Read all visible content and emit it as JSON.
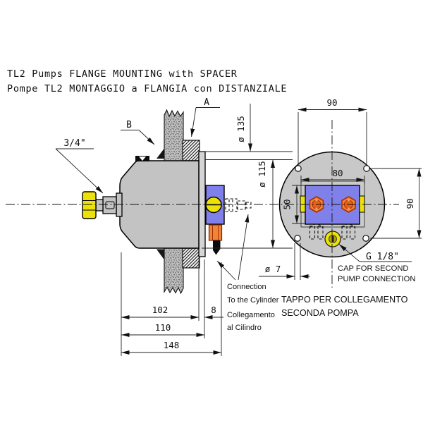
{
  "title": {
    "line1": "TL2 Pumps FLANGE MOUNTING with SPACER",
    "line2": "Pompe TL2 MONTAGGIO a FLANGIA con DISTANZIALE"
  },
  "side_view": {
    "label_a": "A",
    "label_b": "B",
    "shaft_size": "3/4\"",
    "dia_flange": "ø 135",
    "dia_body": "ø 115",
    "dim_body_length": "102",
    "dim_to_flange_face": "110",
    "dim_total_length": "148",
    "dim_spacer": "8"
  },
  "rear_view": {
    "dim_hole_span_h": "90",
    "dim_port_width": "80",
    "dim_port_height": "50",
    "dim_hole_span_v": "90",
    "dim_hole_dia": "ø 7",
    "cap_thread": "G 1/8\"",
    "cap_note_en": [
      "CAP FOR SECOND",
      "PUMP CONNECTION"
    ],
    "cap_note_it": [
      "TAPPO PER COLLEGAMENTO",
      "SECONDA POMPA"
    ]
  },
  "cylinder_note": [
    "Connection",
    "To the Cylinder",
    "Collegamento",
    "al Cilindro"
  ],
  "colors": {
    "body-gray": "#c3c3c3",
    "flange-gray": "#d5d5d5",
    "circle-gray": "#c8c8c8",
    "recess-gray": "#cacaca",
    "panel-blue": "#8080ea",
    "accent-yellow": "#ece207",
    "fitting-orange": "#f08438",
    "fitting-orange-dark": "#a83000",
    "cap-olive": "#b0a000",
    "wall-gray": "#bdbdbd"
  }
}
